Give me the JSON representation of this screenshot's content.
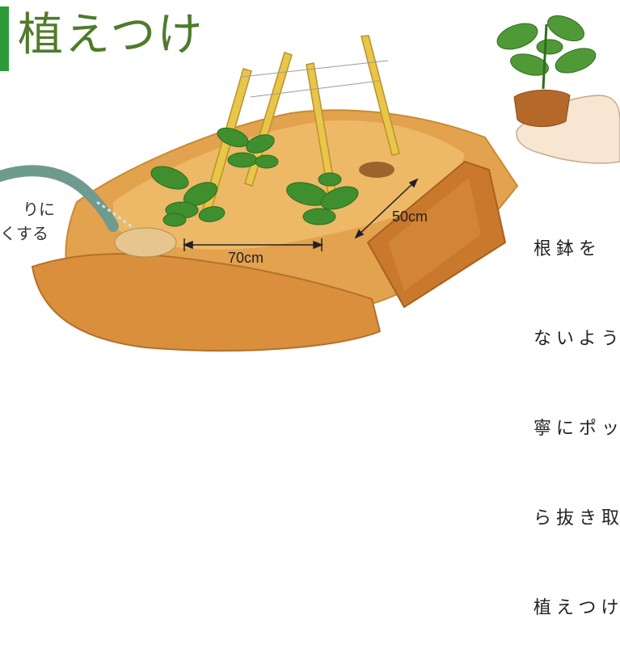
{
  "title": "植えつけ",
  "left_note": [
    "りに",
    "くする"
  ],
  "right_note": [
    "根鉢を",
    "ないよう",
    "寧にポッ",
    "ら抜き取",
    "植えつけ"
  ],
  "dimensions": {
    "width_label": "70cm",
    "depth_label": "50cm"
  },
  "colors": {
    "title_green": "#4f7b2b",
    "accent_bar": "#2e9a3a",
    "soil": "#e0a552",
    "stake": "#e9c64a",
    "leaf": "#3f8f2e"
  }
}
